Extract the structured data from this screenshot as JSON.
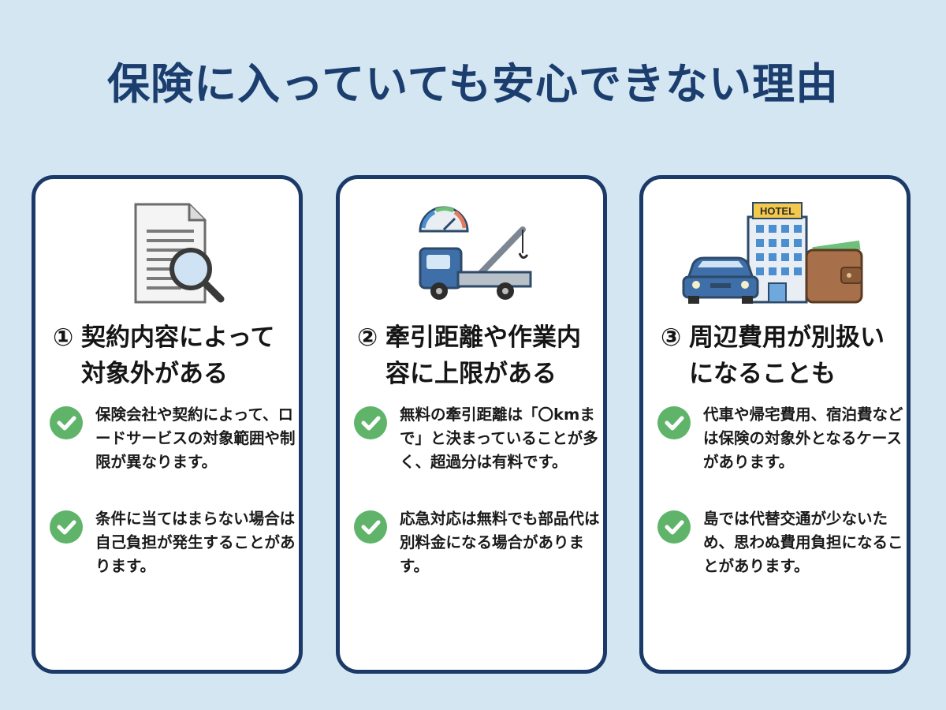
{
  "title": "保険に入っていても安心できない理由",
  "cards": [
    {
      "number": "①",
      "title_line1": "契約内容によって",
      "title_line2": "対象外がある",
      "icon": "document-magnifier-icon",
      "bullets": [
        "保険会社や契約によって、ロードサービスの対象範囲や制限が異なります。",
        "条件に当てはまらない場合は自己負担が発生することがあります。"
      ]
    },
    {
      "number": "②",
      "title_line1": "牽引距離や作業内",
      "title_line2": "容に上限がある",
      "icon": "tow-truck-gauge-icon",
      "bullets": [
        "無料の牽引距離は「〇kmまで」と決まっていることが多く、超過分は有料です。",
        "応急対応は無料でも部品代は別料金になる場合があります。"
      ]
    },
    {
      "number": "③",
      "title_line1": "周辺費用が別扱い",
      "title_line2": "になることも",
      "icon": "car-hotel-wallet-icon",
      "hotel_sign": "HOTEL",
      "bullets": [
        "代車や帰宅費用、宿泊費などは保険の対象外となるケースがあります。",
        "島では代替交通が少ないため、思わぬ費用負担になることがあります。"
      ]
    }
  ],
  "colors": {
    "background": "#d3e6f2",
    "title": "#1c3e6e",
    "card_border": "#1b3a68",
    "check": "#5fb46a"
  }
}
